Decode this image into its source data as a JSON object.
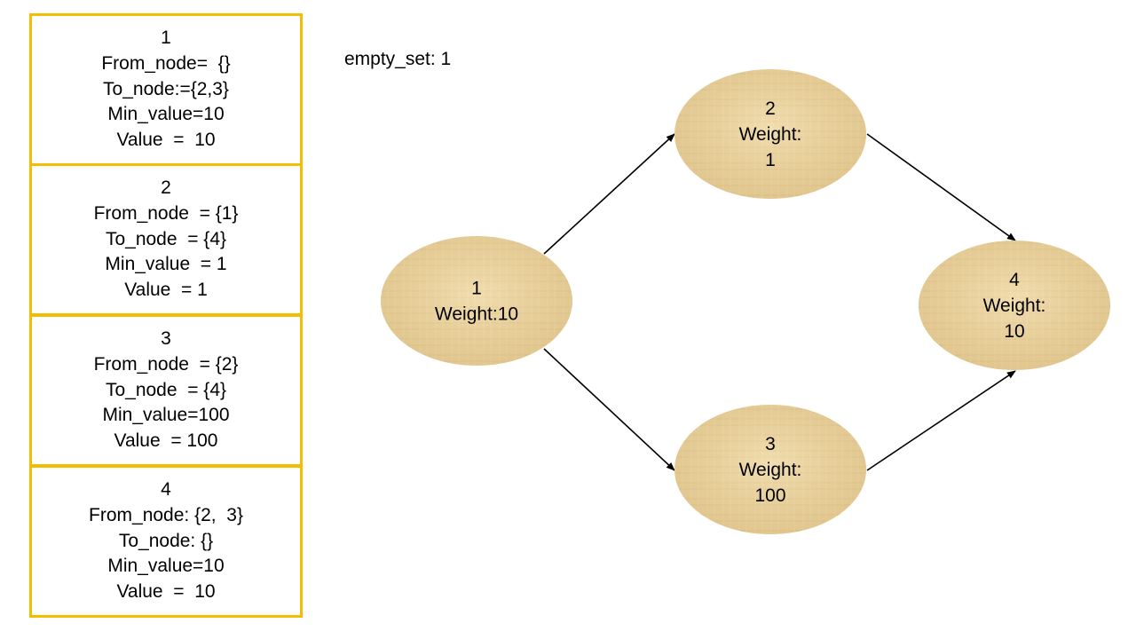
{
  "colors": {
    "card_border": "#f5bd02",
    "node_fill": "#ecd4a0",
    "edge": "#000000"
  },
  "cards": [
    {
      "id": "1",
      "from_node": "From_node=  {}",
      "to_node": "To_node:={2,3}",
      "min_value": "Min_value=10",
      "value": "Value  =  10"
    },
    {
      "id": "2",
      "from_node": "From_node  = {1}",
      "to_node": "To_node  = {4}",
      "min_value": "Min_value  = 1",
      "value": "Value  = 1"
    },
    {
      "id": "3",
      "from_node": "From_node  = {2}",
      "to_node": "To_node  = {4}",
      "min_value": "Min_value=100",
      "value": "Value  = 100"
    },
    {
      "id": "4",
      "from_node": "From_node: {2,  3}",
      "to_node": "To_node: {}",
      "min_value": "Min_value=10",
      "value": "Value  =  10"
    }
  ],
  "empty_set": "empty_set: 1",
  "graph": {
    "nodes": [
      {
        "id": "1",
        "lines": [
          "1",
          "Weight:10"
        ]
      },
      {
        "id": "2",
        "lines": [
          "2",
          "Weight:",
          "1"
        ]
      },
      {
        "id": "3",
        "lines": [
          "3",
          "Weight:",
          "100"
        ]
      },
      {
        "id": "4",
        "lines": [
          "4",
          "Weight:",
          "10"
        ]
      }
    ],
    "edges": [
      {
        "from": "1",
        "to": "2"
      },
      {
        "from": "1",
        "to": "3"
      },
      {
        "from": "2",
        "to": "4"
      },
      {
        "from": "3",
        "to": "4"
      }
    ]
  }
}
